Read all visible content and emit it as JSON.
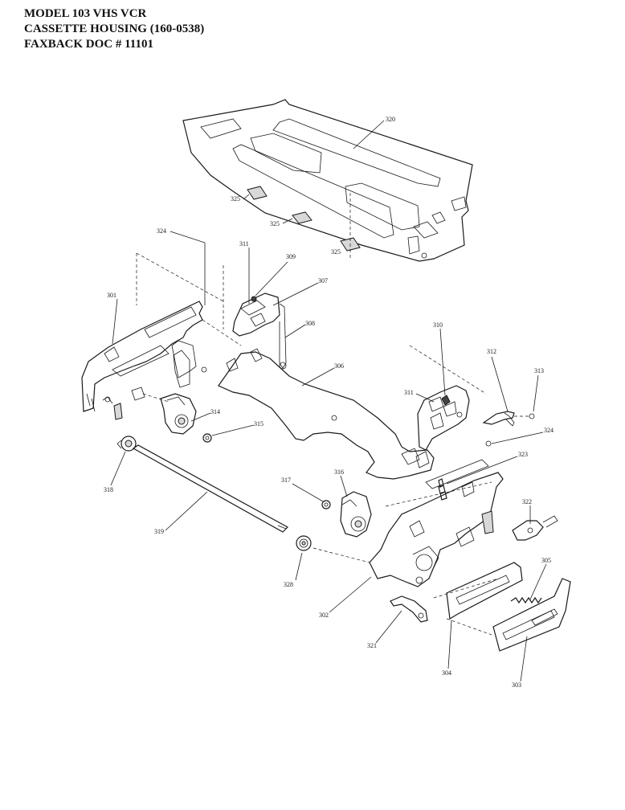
{
  "header": {
    "line1": "MODEL 103 VHS VCR",
    "line2": "CASSETTE HOUSING  (160-0538)",
    "line3": "FAXBACK DOC # 11101"
  },
  "labels": {
    "p320": "320",
    "p325a": "325",
    "p325b": "325",
    "p325c": "325",
    "p324a": "324",
    "p311": "311",
    "p309": "309",
    "p307": "307",
    "p301": "301",
    "p308": "308",
    "p306": "306",
    "p310": "310",
    "p312": "312",
    "p313": "313",
    "p311b": "311",
    "p314": "314",
    "p315": "315",
    "p324b": "324",
    "p318": "318",
    "p323": "323",
    "p317": "317",
    "p316": "316",
    "p322": "322",
    "p319": "319",
    "p305": "305",
    "p328": "328",
    "p302": "302",
    "p321": "321",
    "p304": "304",
    "p303": "303"
  }
}
